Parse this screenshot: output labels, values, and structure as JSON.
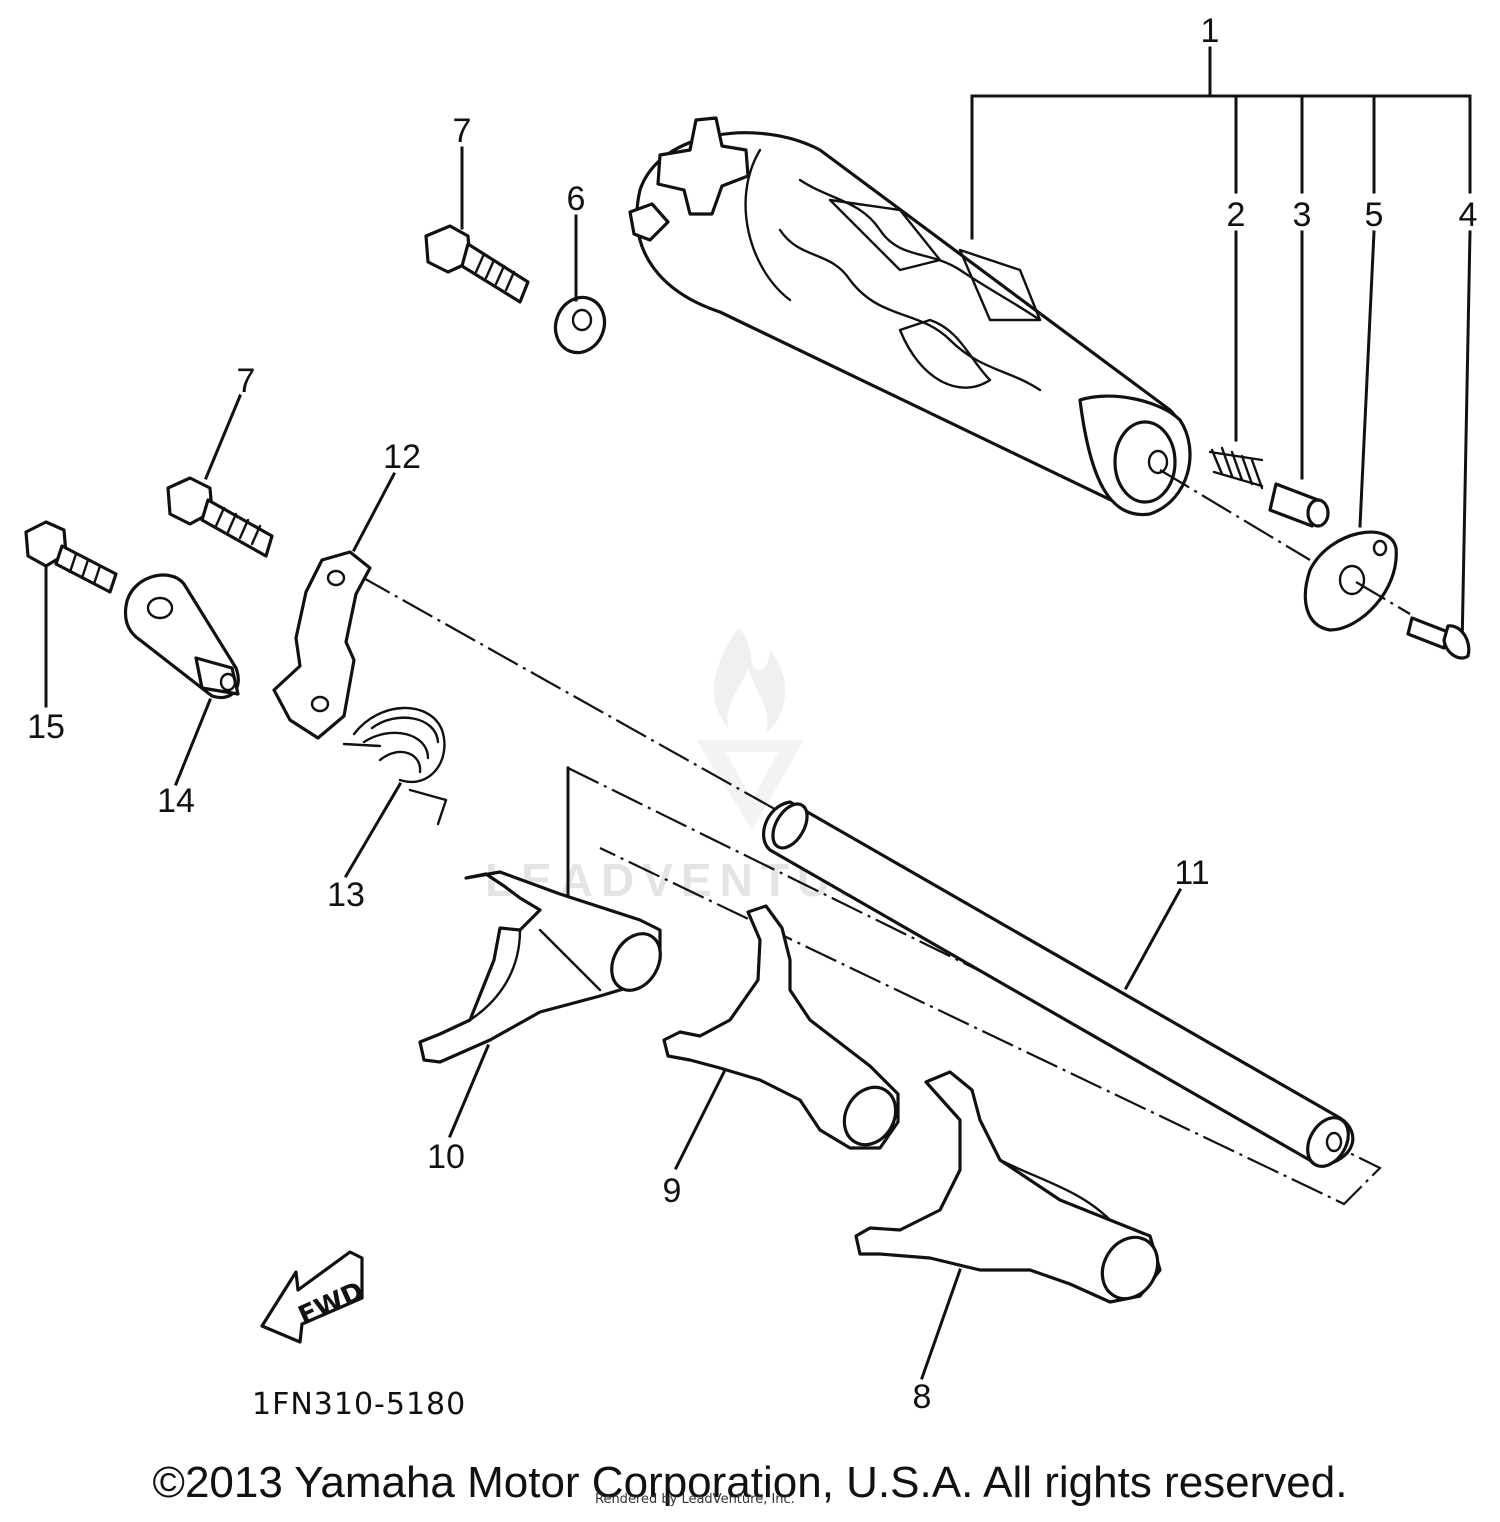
{
  "diagram": {
    "callouts": {
      "c1": "1",
      "c2": "2",
      "c3": "3",
      "c4": "4",
      "c5": "5",
      "c6": "6",
      "c7a": "7",
      "c7b": "7",
      "c8": "8",
      "c9": "9",
      "c10": "10",
      "c11": "11",
      "c12": "12",
      "c13": "13",
      "c14": "14",
      "c15": "15"
    },
    "fwd_label": "FWD",
    "diagram_code": "1FN310-5180",
    "watermark": {
      "text": "LEADVENTURE"
    }
  },
  "footer": {
    "copyright": "©2013 Yamaha Motor Corporation, U.S.A. All rights reserved.",
    "render_note": "Rendered by LeadVenture, Inc."
  }
}
